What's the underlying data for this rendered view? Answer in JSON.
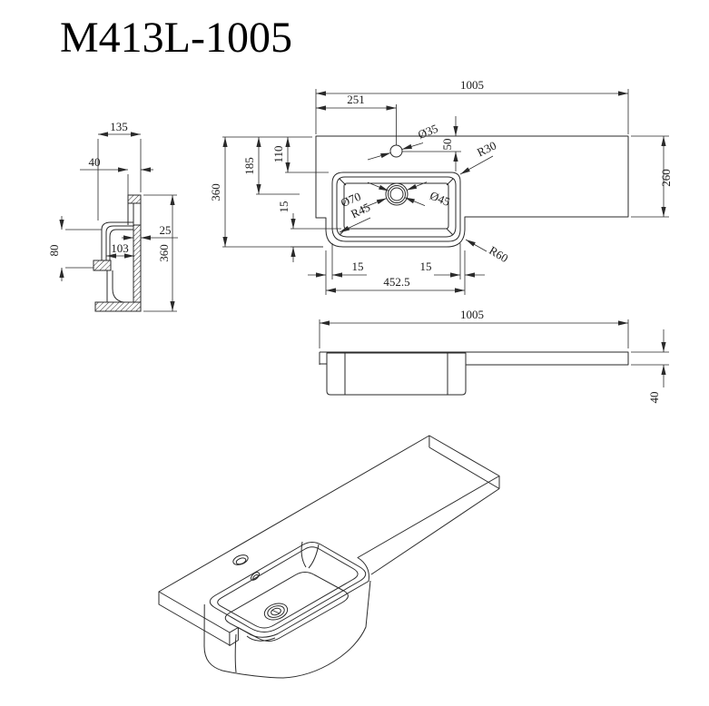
{
  "title": "M413L-1005",
  "colors": {
    "line": "#2a2a2a",
    "background": "#ffffff"
  },
  "side_view": {
    "dims": {
      "top_width": "135",
      "overhang": "40",
      "wall_thickness": "25",
      "inner_width": "103",
      "front_height": "80",
      "total_height": "360"
    }
  },
  "plan_view": {
    "dims": {
      "total_width": "1005",
      "faucet_offset": "251",
      "faucet_dia": "Ø35",
      "faucet_inset": "50",
      "rim_inset": "110",
      "drain_offset": "185",
      "total_depth": "360",
      "corner_top_right": "R30",
      "right_depth": "260",
      "drain_outer_dia": "Ø70",
      "drain_inner_dia": "Ø45",
      "corner_bottom_left": "R45",
      "gap_left": "15",
      "gap_bottom_left": "15",
      "gap_bottom_right": "15",
      "basin_outer_width": "452.5",
      "corner_bottom_right": "R60"
    }
  },
  "front_view": {
    "dims": {
      "total_width": "1005",
      "slab_thickness": "40"
    }
  }
}
